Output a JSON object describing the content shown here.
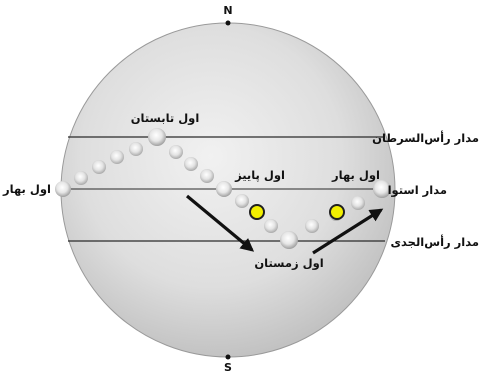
{
  "poles": {
    "north": "N",
    "south": "S"
  },
  "lines": {
    "tropic_cancer": "مدار رأس‌السرطان",
    "equator": "مدار استوا",
    "tropic_capricorn": "مدار رأس‌الجدی"
  },
  "points": {
    "spring_left": "اول بهار",
    "summer": "اول تابستان",
    "autumn": "اول پاییز",
    "spring_right": "اول بهار",
    "winter": "اول زمستان"
  },
  "colors": {
    "sphere_light": "#eeeeee",
    "sphere_dark": "#b9b9b9",
    "sun": "#f2ef00",
    "sun_outline": "#202020",
    "arrow": "#111111",
    "line": "#2a2a2a"
  }
}
